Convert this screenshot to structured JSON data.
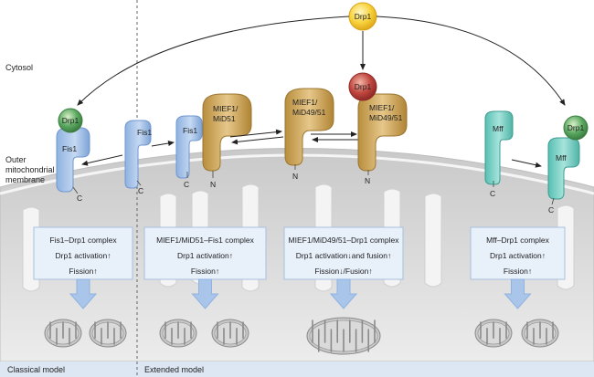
{
  "labels": {
    "cytosol": "Cytosol",
    "membrane_line1": "Outer",
    "membrane_line2": "mitochondrial",
    "membrane_line3": "membrane"
  },
  "proteins": {
    "drp1": "Drp1",
    "fis1": "Fis1",
    "mief1_mid51_l1": "MIEF1/",
    "mief1_mid51_l2": "MiD51",
    "mief1_mid4951_l1": "MIEF1/",
    "mief1_mid4951_l2": "MiD49/51",
    "mff": "Mff",
    "n_term": "N",
    "c_term": "C"
  },
  "boxes": [
    {
      "title": "Fis1–Drp1 complex",
      "line2": "Drp1 activation↑",
      "line3": "Fission↑"
    },
    {
      "title": "MIEF1/MiD51–Fis1 complex",
      "line2": "Drp1 activation↑",
      "line3": "Fission↑"
    },
    {
      "title": "MIEF1/MiD49/51–Drp1 complex",
      "line2": "Drp1 activation↓and fusion↑",
      "line3": "Fission↓/Fusion↑"
    },
    {
      "title": "Mff–Drp1 complex",
      "line2": "Drp1 activation↑",
      "line3": "Fission↑"
    }
  ],
  "footer": {
    "classical": "Classical model",
    "extended": "Extended model"
  },
  "colors": {
    "fis1": "#a9c6ea",
    "mief": "#d4b06a",
    "mff": "#7fd3c8",
    "drp1_green": "#5aa860",
    "drp1_red": "#c0463f",
    "drp1_yellow": "#f7d23b",
    "membrane": "#d9d9d9",
    "box_fill": "#e8f0fa",
    "arrow_fill": "#a9c6ea",
    "footer_bg": "#dde7f3"
  }
}
